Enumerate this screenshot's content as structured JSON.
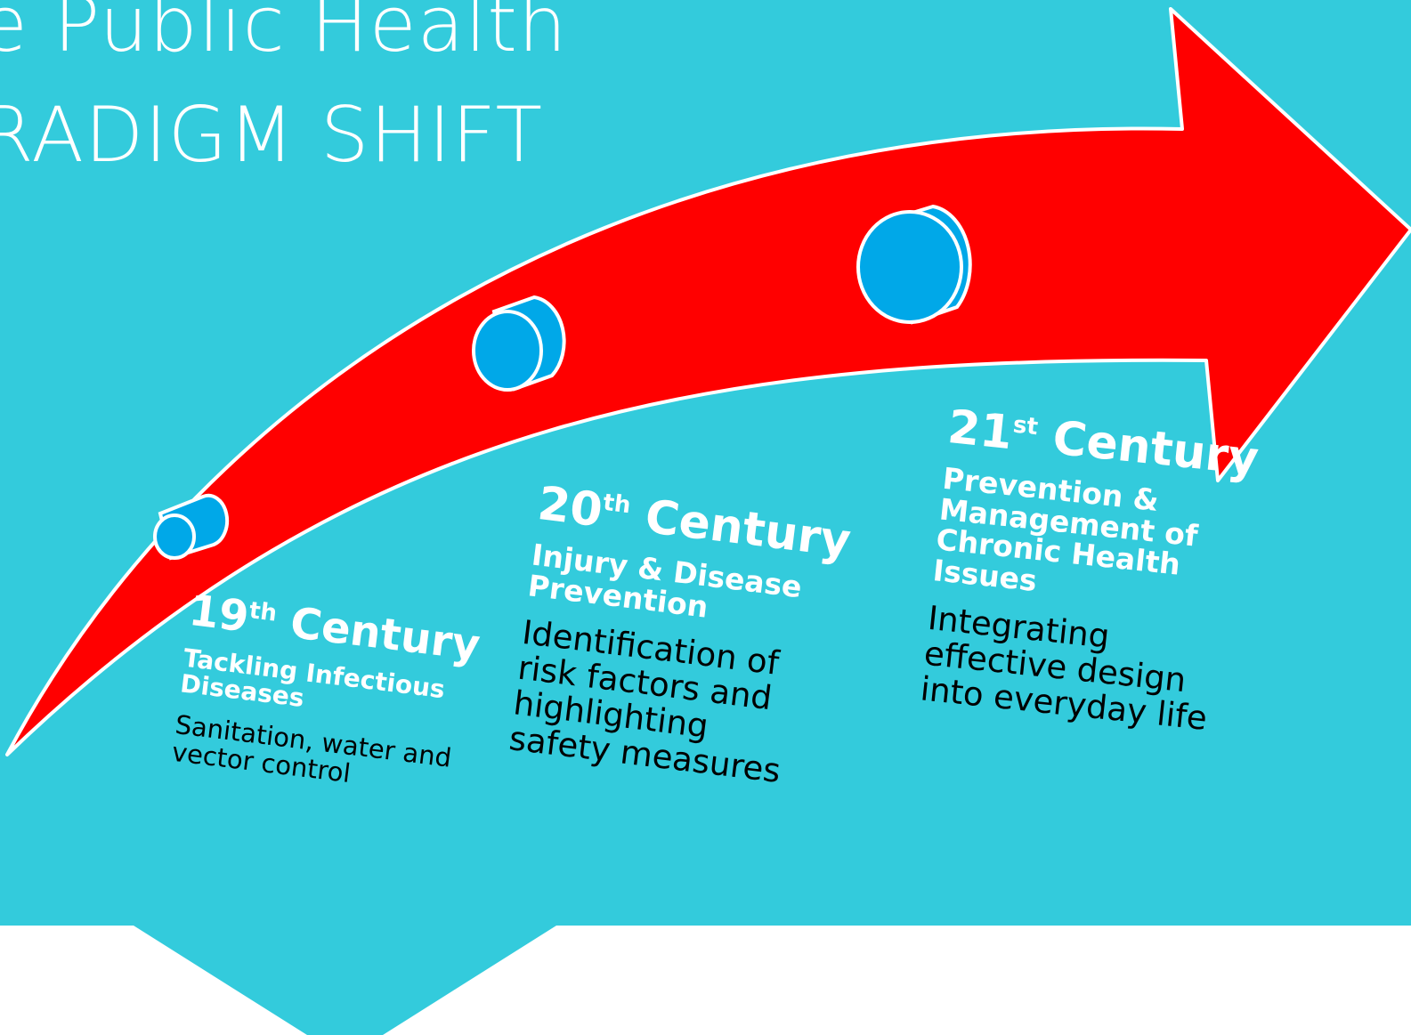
{
  "title": {
    "line1": "e Public Health",
    "line2": "RADIGM SHIFT"
  },
  "colors": {
    "background": "#33cbdc",
    "arrow": "#ff0000",
    "marker": "#00a8e8",
    "footer": "#ffffff"
  },
  "eras": [
    {
      "century_num": "19",
      "century_suffix": "th",
      "century_word": " Century",
      "focus_lines": [
        "Tackling Infectious",
        "Diseases"
      ],
      "desc_lines": [
        "Sanitation, water and",
        "vector control"
      ]
    },
    {
      "century_num": "20",
      "century_suffix": "th",
      "century_word": " Century",
      "focus_lines": [
        "Injury & Disease",
        "Prevention"
      ],
      "desc_lines": [
        "Identification of",
        "risk factors and",
        "highlighting",
        "safety measures"
      ]
    },
    {
      "century_num": "21",
      "century_suffix": "st",
      "century_word": " Century",
      "focus_lines": [
        "Prevention &",
        "Management of",
        "Chronic Health",
        "Issues"
      ],
      "desc_lines": [
        "Integrating",
        "effective design",
        "into everyday life"
      ]
    }
  ]
}
